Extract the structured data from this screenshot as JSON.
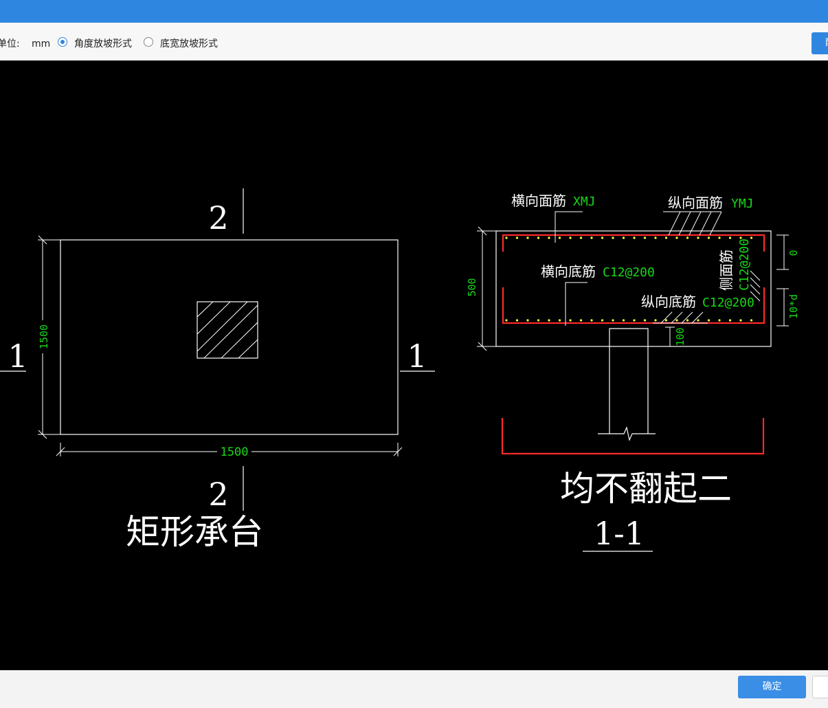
{
  "window": {
    "titlebar_color": "#2f86e0"
  },
  "toolbar": {
    "unit_label": "单位:",
    "unit_value": "mm",
    "radio_angle_label": "角度放坡形式",
    "radio_width_label": "底宽放坡形式",
    "selected_radio": "angle",
    "right_button_label": "配"
  },
  "drawing": {
    "plan": {
      "section_2_top": "2",
      "section_2_bottom": "2",
      "section_1_left": "1",
      "section_1_right": "1",
      "dim_height": "1500",
      "dim_width": "1500",
      "title": "矩形承台"
    },
    "section": {
      "label_transverse_top": "横向面筋",
      "code_transverse_top": "XMJ",
      "label_longitudinal_top": "纵向面筋",
      "code_longitudinal_top": "YMJ",
      "label_transverse_bottom": "横向底筋",
      "code_transverse_bottom": "C12@200",
      "label_longitudinal_bottom": "纵向底筋",
      "code_longitudinal_bottom": "C12@200",
      "label_side": "侧面筋",
      "code_side": "C12@200",
      "dim_height": "500",
      "dim_top": "0",
      "dim_side": "10*d",
      "dim_cover": "100",
      "title": "均不翻起二",
      "subtitle": "1-1"
    },
    "colors": {
      "background": "#000000",
      "line": "#ffffff",
      "dimension_text": "#18d818",
      "rebar": "#ff2a2a",
      "rebar_dot": "#ffff44"
    }
  },
  "footer": {
    "ok_label": "确定"
  }
}
